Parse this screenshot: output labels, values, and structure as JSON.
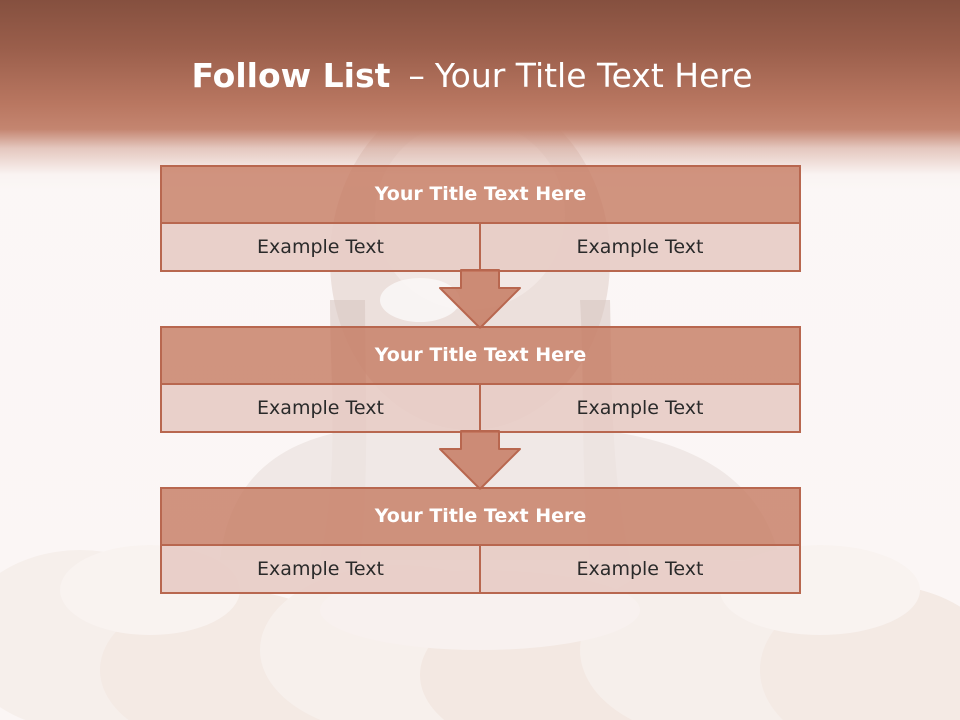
{
  "slide": {
    "title_bold": "Follow List",
    "title_dash": "–",
    "title_rest": "Your Title Text Here"
  },
  "blocks": [
    {
      "title": "Your Title Text Here",
      "left": "Example Text",
      "right": "Example Text"
    },
    {
      "title": "Your Title Text Here",
      "left": "Example Text",
      "right": "Example Text"
    },
    {
      "title": "Your Title Text Here",
      "left": "Example Text",
      "right": "Example Text"
    }
  ],
  "colors": {
    "header": "#b97761",
    "block_title_fill": "#c67a62",
    "cell_fill": "#e7ccc6",
    "border": "#b8674f",
    "arrow_fill": "#c67a62"
  },
  "icons": [
    "down-arrow-icon"
  ]
}
